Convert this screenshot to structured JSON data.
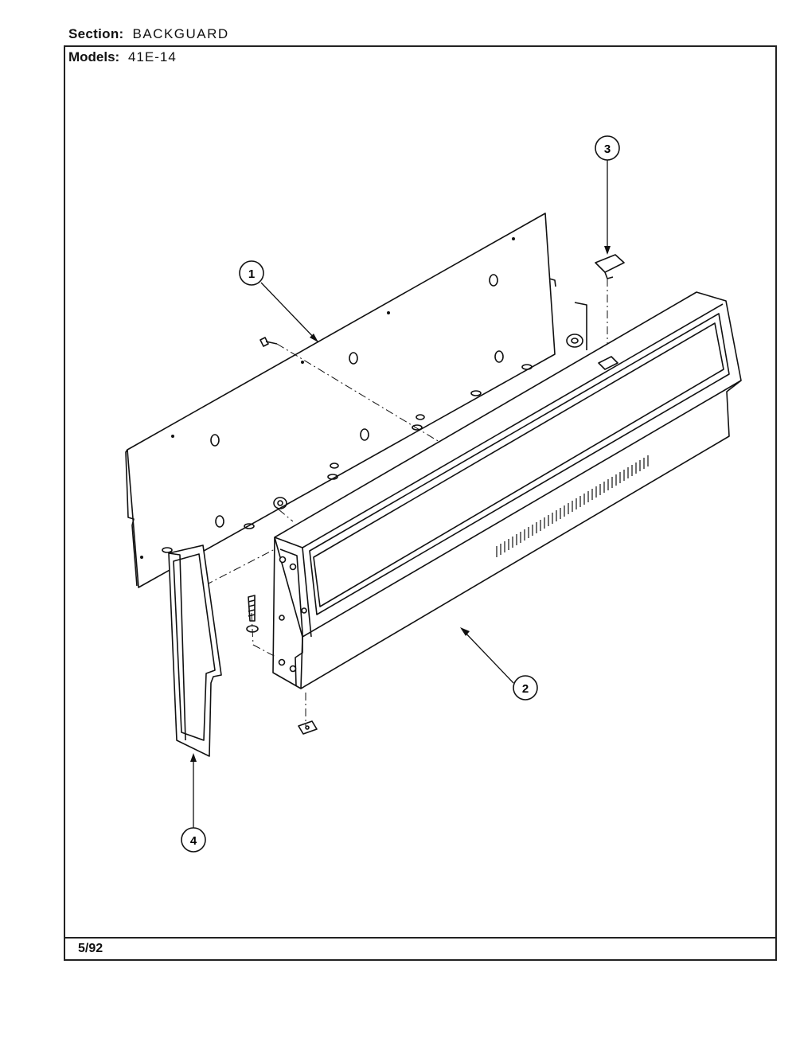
{
  "header": {
    "section_label": "Section:",
    "section_value": "BACKGUARD",
    "models_label": "Models:",
    "models_value": "41E-14"
  },
  "footer": {
    "date": "5/92"
  },
  "callouts": [
    "1",
    "2",
    "3",
    "4"
  ]
}
